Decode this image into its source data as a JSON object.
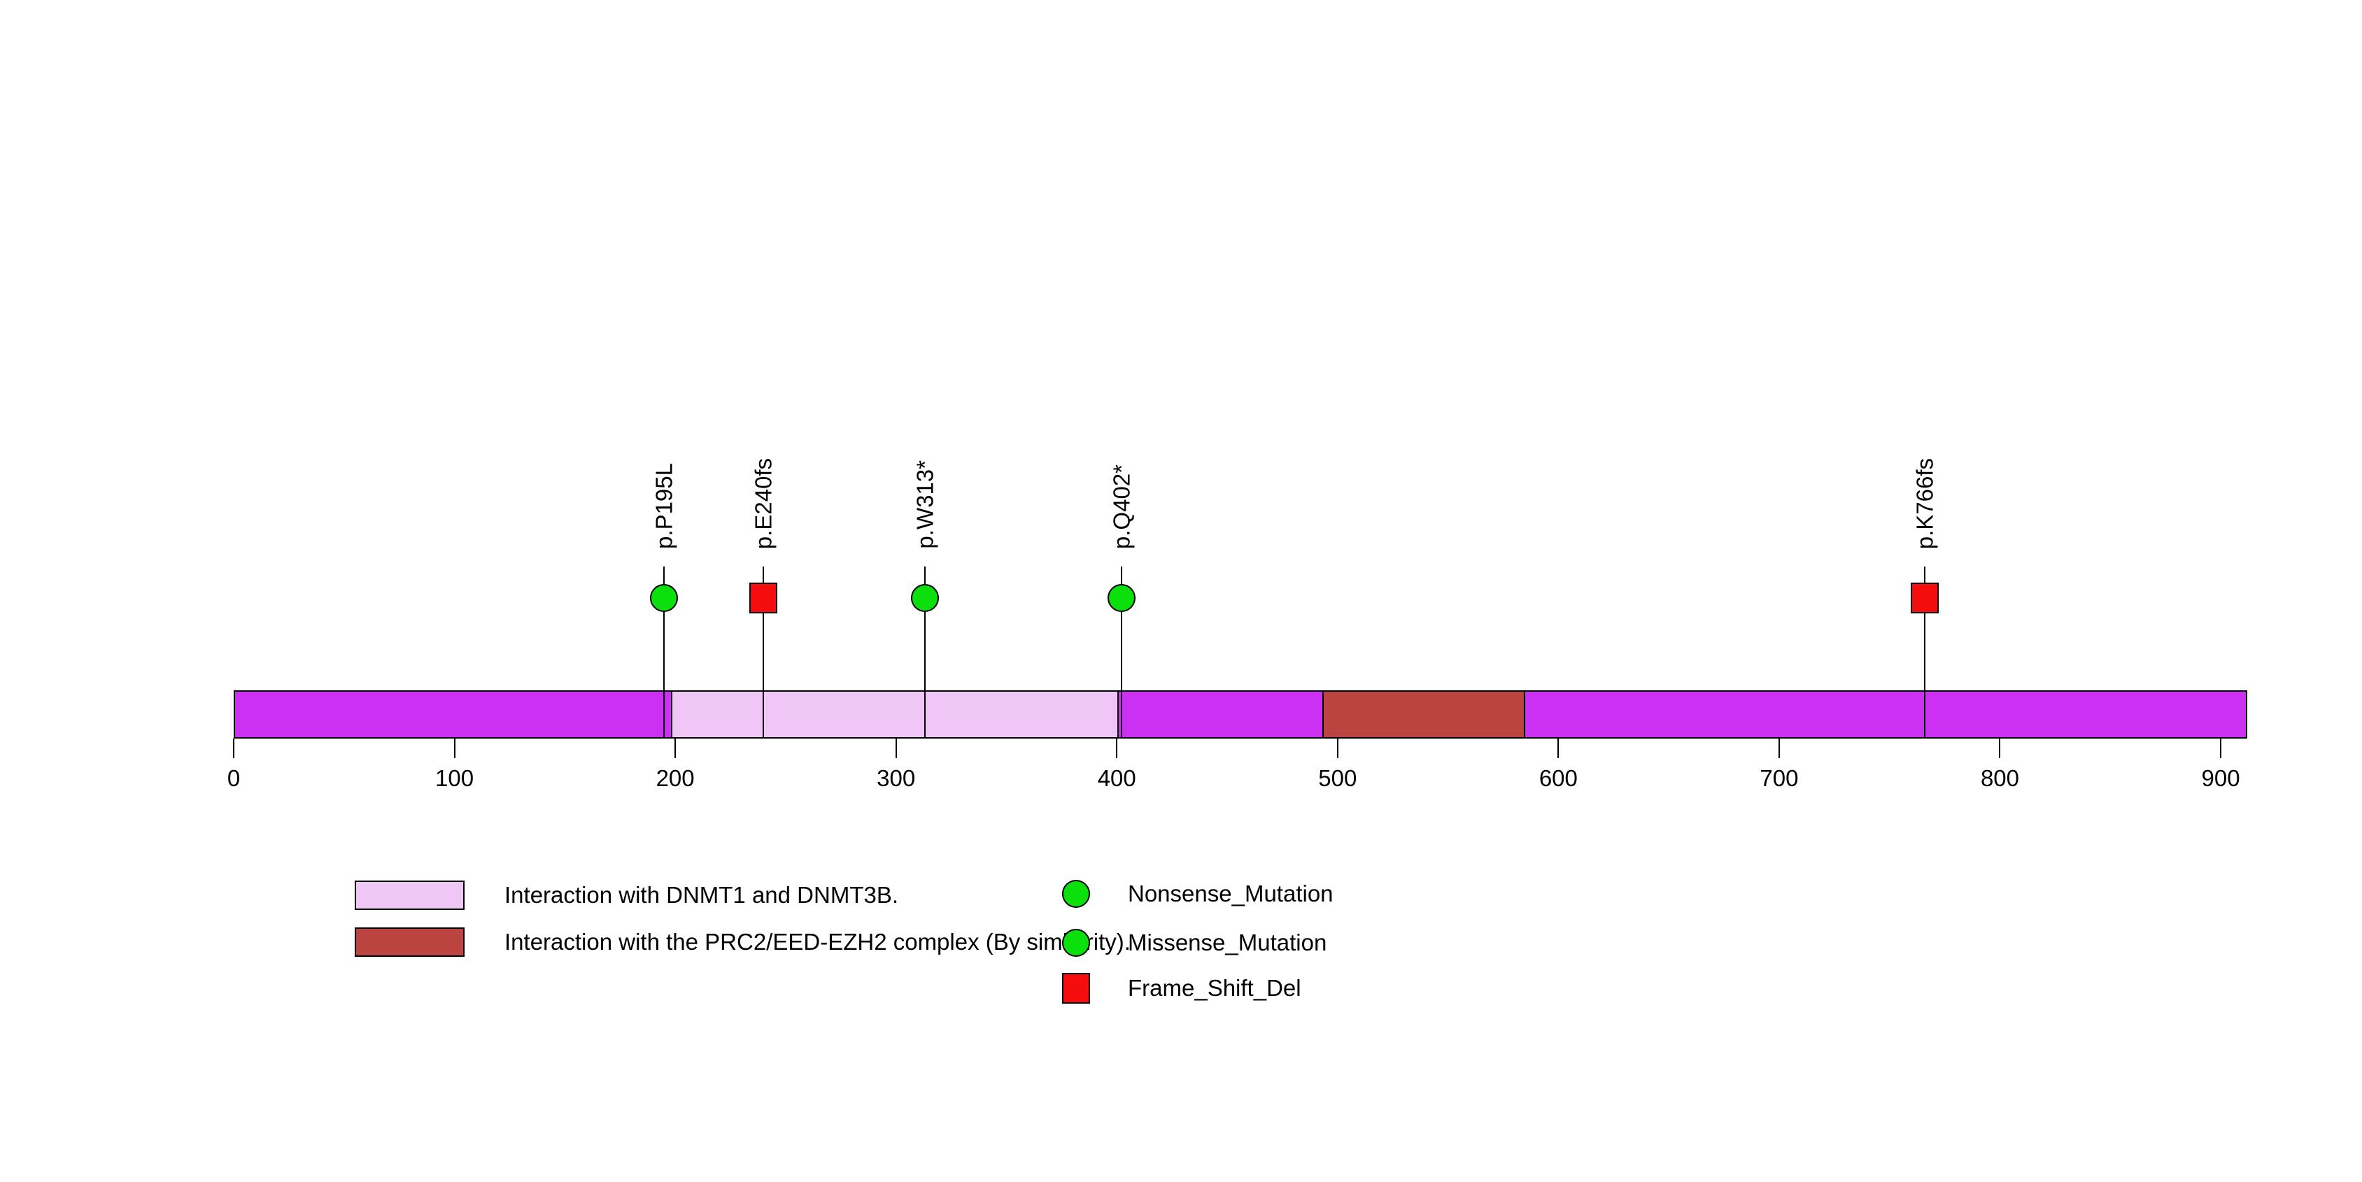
{
  "chart_data": {
    "type": "lollipop",
    "title": "",
    "axis": {
      "min": 0,
      "max": 900,
      "tick_interval": 100,
      "ticks": [
        0,
        100,
        200,
        300,
        400,
        500,
        600,
        700,
        800,
        900
      ]
    },
    "protein": {
      "length": 912,
      "bar_color": "#cb30f3"
    },
    "domains": [
      {
        "name": "Interaction with DNMT1 and DNMT3B.",
        "start": 198,
        "end": 401,
        "color": "#f0c6f7"
      },
      {
        "name": "Interaction with the PRC2/EED-EZH2 complex (By similarity).",
        "start": 493,
        "end": 585,
        "color": "#bb4340"
      }
    ],
    "mutations": [
      {
        "label": "p.P195L",
        "position": 195,
        "type": "Missense_Mutation",
        "shape": "circle",
        "color": "#0ce00c"
      },
      {
        "label": "p.E240fs",
        "position": 240,
        "type": "Frame_Shift_Del",
        "shape": "square",
        "color": "#f50c0c"
      },
      {
        "label": "p.W313*",
        "position": 313,
        "type": "Nonsense_Mutation",
        "shape": "circle",
        "color": "#0ce00c"
      },
      {
        "label": "p.Q402*",
        "position": 402,
        "type": "Nonsense_Mutation",
        "shape": "circle",
        "color": "#0ce00c"
      },
      {
        "label": "p.K766fs",
        "position": 766,
        "type": "Frame_Shift_Del",
        "shape": "square",
        "color": "#f50c0c"
      }
    ],
    "legend": {
      "domain_entries": [
        {
          "label": "Interaction with DNMT1 and DNMT3B.",
          "color": "#f0c6f7"
        },
        {
          "label": "Interaction with the PRC2/EED-EZH2 complex (By similarity).",
          "color": "#bb4340"
        }
      ],
      "mutation_entries": [
        {
          "label": "Nonsense_Mutation",
          "shape": "circle",
          "color": "#0ce00c"
        },
        {
          "label": "Missense_Mutation",
          "shape": "circle",
          "color": "#0ce00c"
        },
        {
          "label": "Frame_Shift_Del",
          "shape": "square",
          "color": "#f50c0c"
        }
      ]
    },
    "colors": {
      "bar": "#cb30f3",
      "domain_pink": "#f0c6f7",
      "domain_brown": "#bb4340",
      "nonsense_missense_green": "#0ce00c",
      "frameshift_red": "#f50c0c",
      "stroke": "#000000"
    }
  }
}
